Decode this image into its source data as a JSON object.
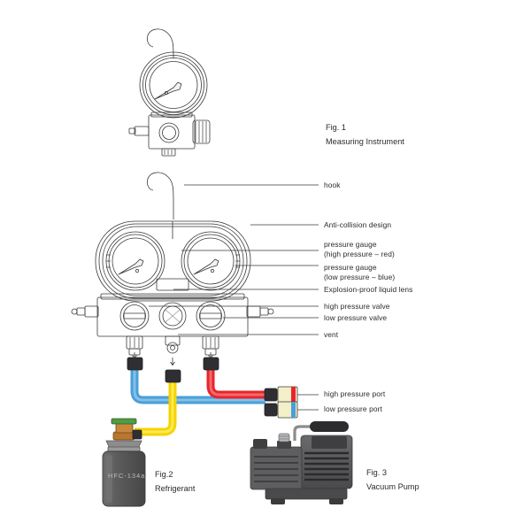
{
  "page": {
    "clipped_header_text": "",
    "background": "#ffffff"
  },
  "figures": [
    {
      "id": "fig1",
      "title": "Fig. 1",
      "caption": "Measuring Instrument"
    },
    {
      "id": "fig2",
      "title": "Fig.2",
      "caption": "Refrigerant"
    },
    {
      "id": "fig3",
      "title": "Fig. 3",
      "caption": "Vacuum Pump"
    }
  ],
  "callouts": [
    {
      "id": "hook",
      "line1": "hook",
      "line2": ""
    },
    {
      "id": "anticol",
      "line1": "Anti-collision design",
      "line2": ""
    },
    {
      "id": "gauge_high",
      "line1": "pressure gauge",
      "line2": "(high pressure – red)"
    },
    {
      "id": "gauge_low",
      "line1": "pressure gauge",
      "line2": "(low pressure – blue)"
    },
    {
      "id": "lens",
      "line1": "Explosion-proof liquid lens",
      "line2": ""
    },
    {
      "id": "valve_high",
      "line1": "high pressure valve",
      "line2": ""
    },
    {
      "id": "valve_low",
      "line1": "low pressure valve",
      "line2": ""
    },
    {
      "id": "vent",
      "line1": "vent",
      "line2": ""
    },
    {
      "id": "port_high",
      "line1": "high pressure port",
      "line2": ""
    },
    {
      "id": "port_low",
      "line1": "low pressure port",
      "line2": ""
    }
  ],
  "cylinder": {
    "label": "HFC-134a",
    "sublabel": "",
    "body_color": "#5a5a5a",
    "valve_handle_color": "#4f9c43",
    "valve_body_color": "#b8762e"
  },
  "hoses": [
    {
      "id": "hose_blue",
      "color": "#4a9fd8",
      "role": "low pressure"
    },
    {
      "id": "hose_yellow",
      "color": "#f5d300",
      "role": "refrigerant / vacuum"
    },
    {
      "id": "hose_red",
      "color": "#e8252a",
      "role": "high pressure"
    }
  ],
  "ports": [
    {
      "id": "port_high_fitting",
      "stripe": "#e8252a"
    },
    {
      "id": "port_low_fitting",
      "stripe": "#4a9fd8"
    }
  ],
  "colors": {
    "line": "#3a3a3a",
    "metal_light": "#d9d9d9",
    "metal_mid": "#9a9a9a",
    "metal_dark": "#4f4f4f",
    "pump_body": "#58585a",
    "pump_dark": "#3b3b3d"
  }
}
